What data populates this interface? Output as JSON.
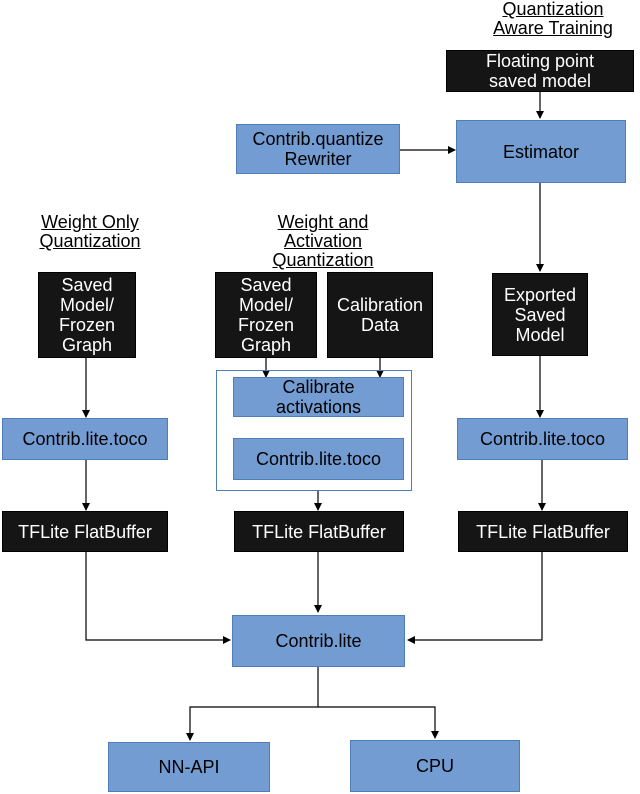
{
  "headings": {
    "qat": [
      "Quantization",
      "Aware Training"
    ],
    "weight_only": [
      "Weight Only",
      "Quantization"
    ],
    "weight_activation": [
      "Weight and",
      "Activation",
      "Quantization"
    ]
  },
  "nodes": {
    "floating_point_model": "Floating point\nsaved model",
    "contrib_quantize": "Contrib.quantize\nRewriter",
    "estimator": "Estimator",
    "saved_model_left": "Saved\nModel/\nFrozen\nGraph",
    "saved_model_mid": "Saved\nModel/\nFrozen\nGraph",
    "calibration_data": "Calibration\nData",
    "exported_model": "Exported\nSaved\nModel",
    "calibrate_activations": "Calibrate\nactivations",
    "toco_left": "Contrib.lite.toco",
    "toco_mid": "Contrib.lite.toco",
    "toco_right": "Contrib.lite.toco",
    "flatbuffer_left": "TFLite FlatBuffer",
    "flatbuffer_mid": "TFLite FlatBuffer",
    "flatbuffer_right": "TFLite FlatBuffer",
    "contrib_lite": "Contrib.lite",
    "nnapi": "NN-API",
    "cpu": "CPU"
  },
  "colors": {
    "blue_box": "#739cd2",
    "dark_box": "#151515",
    "connector": "#000000"
  }
}
